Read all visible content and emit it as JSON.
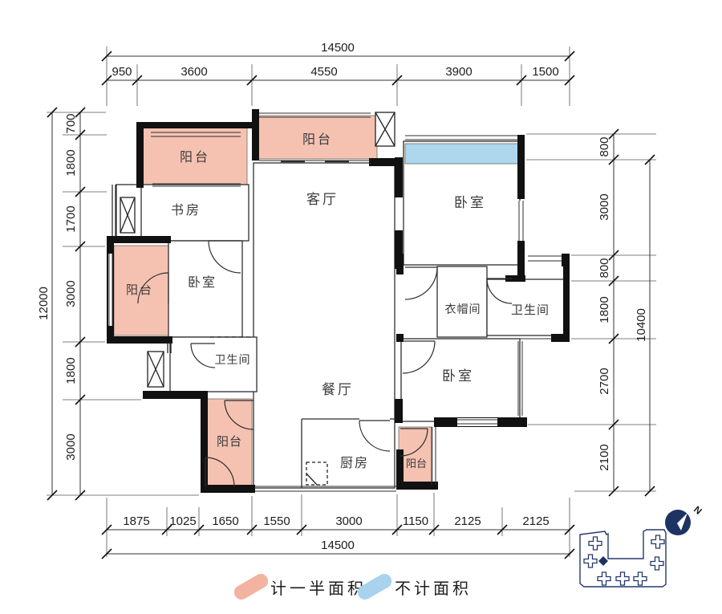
{
  "plan": {
    "rooms": {
      "balcony_top_left": "阳台",
      "study": "书房",
      "balcony_top_center": "阳台",
      "living_room": "客厅",
      "bedroom_top_right": "卧室",
      "balcony_left": "阳台",
      "bedroom_left": "卧室",
      "bathroom_left": "卫生间",
      "cloakroom": "衣帽间",
      "bathroom_right": "卫生间",
      "bedroom_bottom_right": "卧室",
      "dining_room": "餐厅",
      "kitchen": "厨房",
      "balcony_bottom_left": "阳台",
      "balcony_bottom_right": "阳台"
    },
    "dimensions": {
      "top": {
        "total": "14500",
        "segments": [
          "950",
          "3600",
          "4550",
          "3900",
          "1500"
        ]
      },
      "bottom": {
        "total": "14500",
        "segments": [
          "1875",
          "1025",
          "1650",
          "1550",
          "3000",
          "1150",
          "2125",
          "2125"
        ]
      },
      "left": {
        "total": "12000",
        "segments": [
          "700",
          "1800",
          "1700",
          "3000",
          "1800",
          "3000"
        ]
      },
      "right": {
        "total": "10400",
        "segments": [
          "800",
          "3000",
          "800",
          "1800",
          "2700",
          "2100"
        ]
      }
    },
    "legend": {
      "half_area_label": "计一半面积",
      "no_area_label": "不计面积"
    },
    "compass_north_label": "N",
    "colors": {
      "half_area_fill": "#f5c2b1",
      "no_area_fill": "#aed7ee",
      "wall": "#111111",
      "site_plan_outline": "#24386b"
    }
  }
}
